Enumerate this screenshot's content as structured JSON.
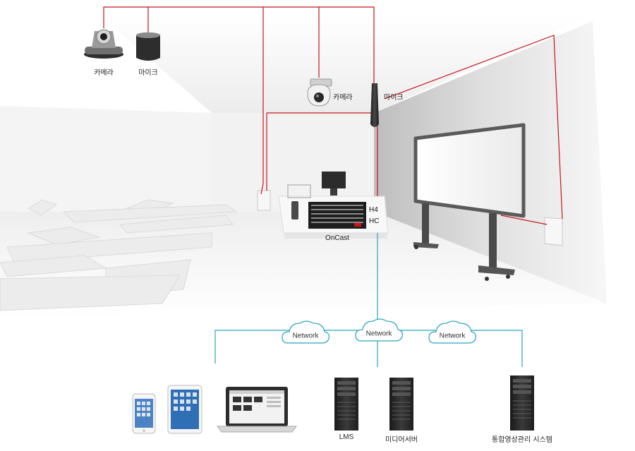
{
  "devices": {
    "camera_left": "카메라",
    "mic_left": "마이크",
    "camera_ceiling": "카메라",
    "mic_ceiling": "마이크"
  },
  "encoder": {
    "name": "OnCast",
    "tag_top": "H4",
    "tag_bottom": "HC"
  },
  "network": {
    "clouds": [
      "Network",
      "Network",
      "Network"
    ]
  },
  "servers": {
    "lms": "LMS",
    "media": "미디어서버",
    "integrated": "통합영상관리 시스템"
  },
  "colors": {
    "av_line": "#c4161c",
    "network_line": "#2aa4bf",
    "device_dark": "#2a2a2a"
  }
}
